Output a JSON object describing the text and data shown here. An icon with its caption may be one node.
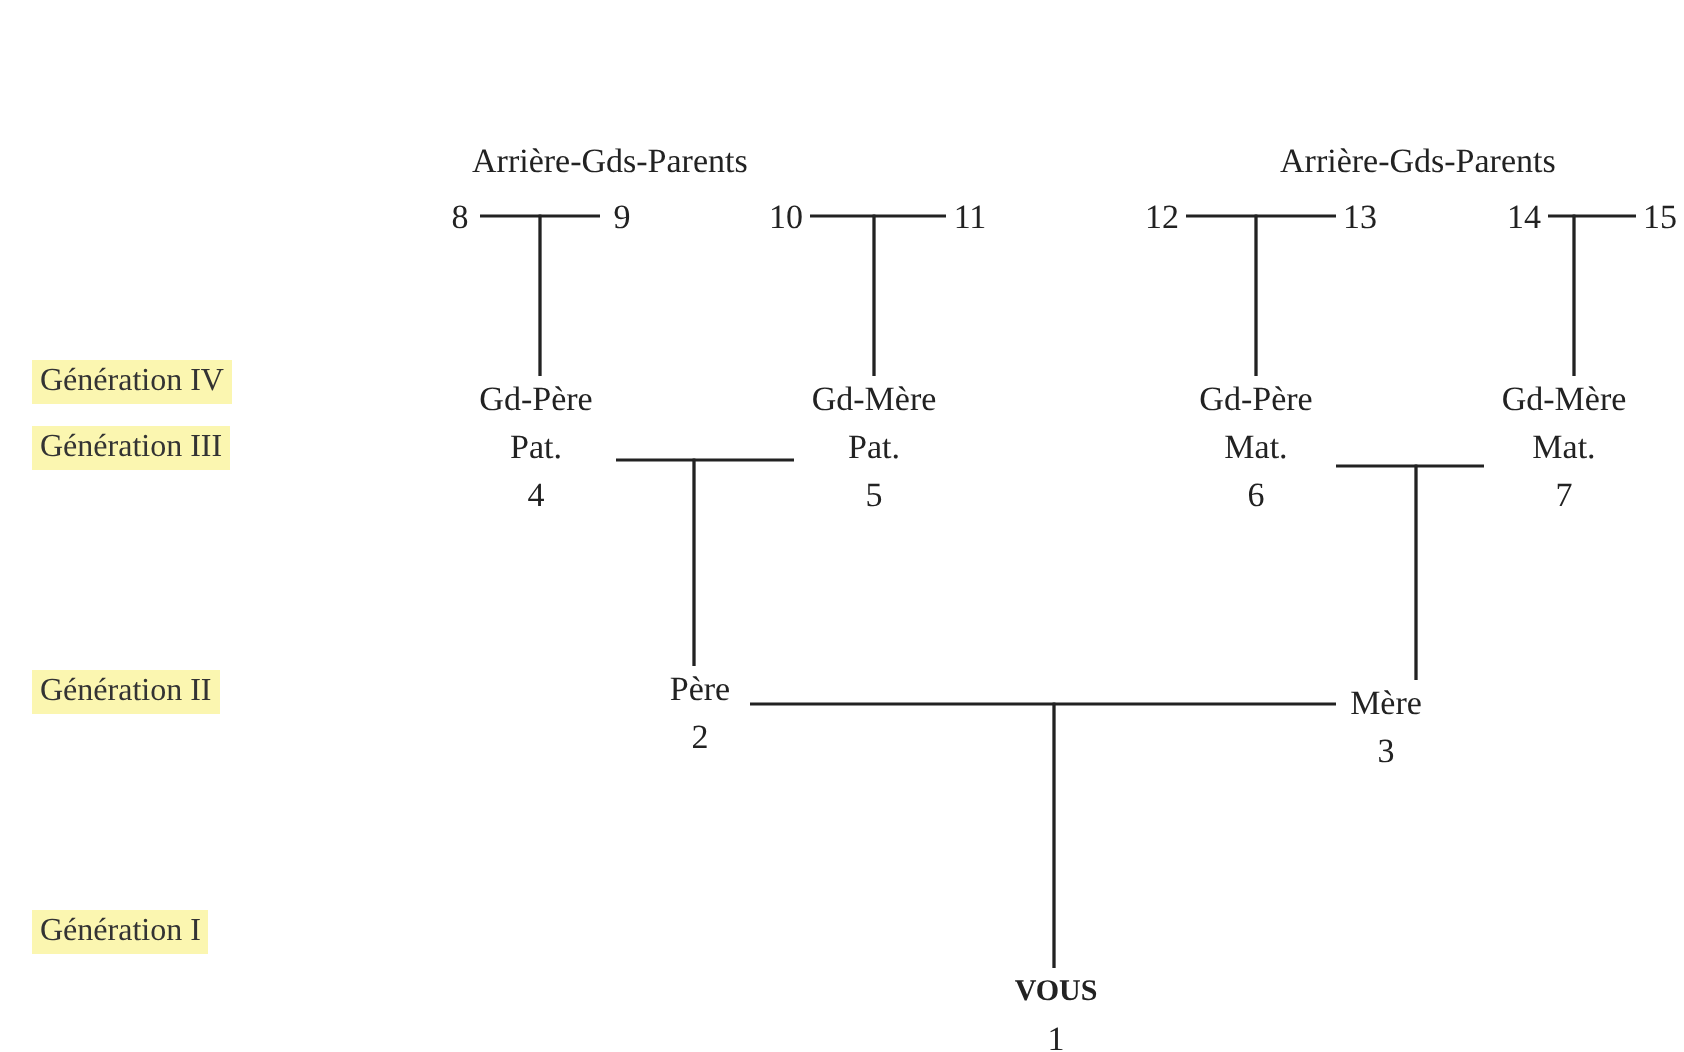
{
  "diagram": {
    "nodes": [
      {
        "text": [
          "8"
        ]
      },
      {
        "text": [
          "9"
        ]
      },
      {
        "text": [
          "10"
        ]
      },
      {
        "text": [
          "11"
        ]
      },
      {
        "text": [
          "12"
        ]
      },
      {
        "text": [
          "13"
        ]
      },
      {
        "text": [
          "14"
        ]
      },
      {
        "text": [
          "15"
        ]
      },
      {
        "text": [
          "Gd-Père Pat.",
          "4"
        ]
      },
      {
        "text": [
          "Gd-Mère Pat.",
          "5"
        ]
      },
      {
        "text": [
          "Gd-Père Mat.",
          "6"
        ]
      },
      {
        "text": [
          "Gd-Mère Mat.",
          "7"
        ]
      },
      {
        "text": [
          "Père",
          "2"
        ]
      },
      {
        "text": [
          "Mère",
          "3"
        ]
      },
      {
        "text": [
          "VOUS",
          "1"
        ]
      }
    ],
    "edges": [
      {
        "from": 0,
        "to": 8,
        "arrow": "none"
      },
      {
        "from": 1,
        "to": 8,
        "arrow": "none"
      },
      {
        "from": 2,
        "to": 9,
        "arrow": "none"
      },
      {
        "from": 3,
        "to": 9,
        "arrow": "none"
      },
      {
        "from": 4,
        "to": 10,
        "arrow": "none"
      },
      {
        "from": 5,
        "to": 10,
        "arrow": "none"
      },
      {
        "from": 6,
        "to": 11,
        "arrow": "none"
      },
      {
        "from": 7,
        "to": 11,
        "arrow": "none"
      },
      {
        "from": 8,
        "to": 12,
        "arrow": "none"
      },
      {
        "from": 9,
        "to": 12,
        "arrow": "none"
      },
      {
        "from": 10,
        "to": 13,
        "arrow": "none"
      },
      {
        "from": 11,
        "to": 13,
        "arrow": "none"
      },
      {
        "from": 12,
        "to": 14,
        "arrow": "none"
      },
      {
        "from": 13,
        "to": 14,
        "arrow": "none"
      }
    ],
    "labels": [
      "Arrière-Gds-Parents",
      "Arrière-Gds-Parents",
      "Génération IV",
      "Génération III",
      "Génération II",
      "Génération I"
    ]
  }
}
